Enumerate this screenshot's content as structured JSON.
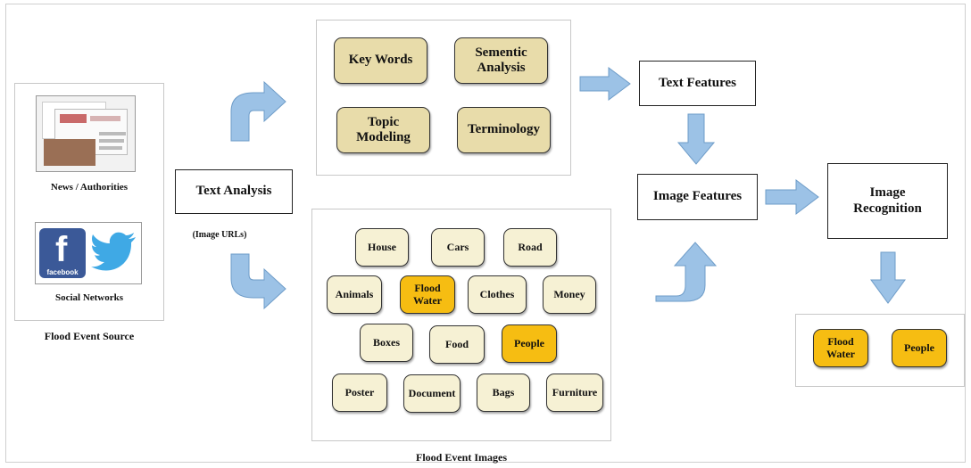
{
  "source": {
    "news_label": "News / Authorities",
    "social_label": "Social Networks",
    "facebook_text": "facebook",
    "caption": "Flood Event Source"
  },
  "text_analysis": {
    "label": "Text Analysis",
    "sub": "(Image URLs)"
  },
  "text_methods": {
    "keywords": "Key Words",
    "semantic": "Sementic Analysis",
    "topic": "Topic Modeling",
    "terminology": "Terminology"
  },
  "text_features": "Text Features",
  "image_features": "Image Features",
  "image_recognition": "Image Recognition",
  "flood_images": {
    "caption": "Flood Event Images",
    "objects": {
      "house": "House",
      "cars": "Cars",
      "road": "Road",
      "animals": "Animals",
      "flood_water": "Flood Water",
      "clothes": "Clothes",
      "money": "Money",
      "boxes": "Boxes",
      "food": "Food",
      "people": "People",
      "poster": "Poster",
      "document": "Document",
      "bags": "Bags",
      "furniture": "Furniture"
    }
  },
  "result": {
    "flood_water": "Flood Water",
    "people": "People"
  },
  "colors": {
    "arrow": "#9cc2e6",
    "highlight": "#f6bd12",
    "keyword_box": "#e8dcaa",
    "object_box": "#f6f1d4"
  }
}
